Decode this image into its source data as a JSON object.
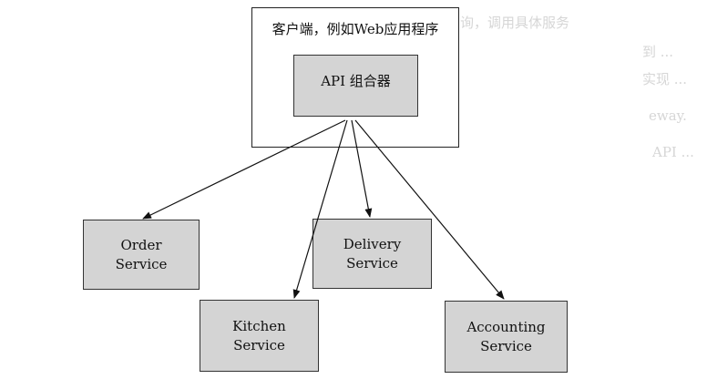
{
  "diagram": {
    "client_title": "客户端，例如Web应用程序",
    "aggregator_label": "API 组合器",
    "services": {
      "order": [
        "Order",
        "Service"
      ],
      "delivery": [
        "Delivery",
        "Service"
      ],
      "kitchen": [
        "Kitchen",
        "Service"
      ],
      "accounting": [
        "Accounting",
        "Service"
      ]
    }
  },
  "background_text": {
    "line1": "询，调用具体服务",
    "line2": "到 ...",
    "line3": "实现 ...",
    "line4": "eway.",
    "line5": "API ..."
  }
}
